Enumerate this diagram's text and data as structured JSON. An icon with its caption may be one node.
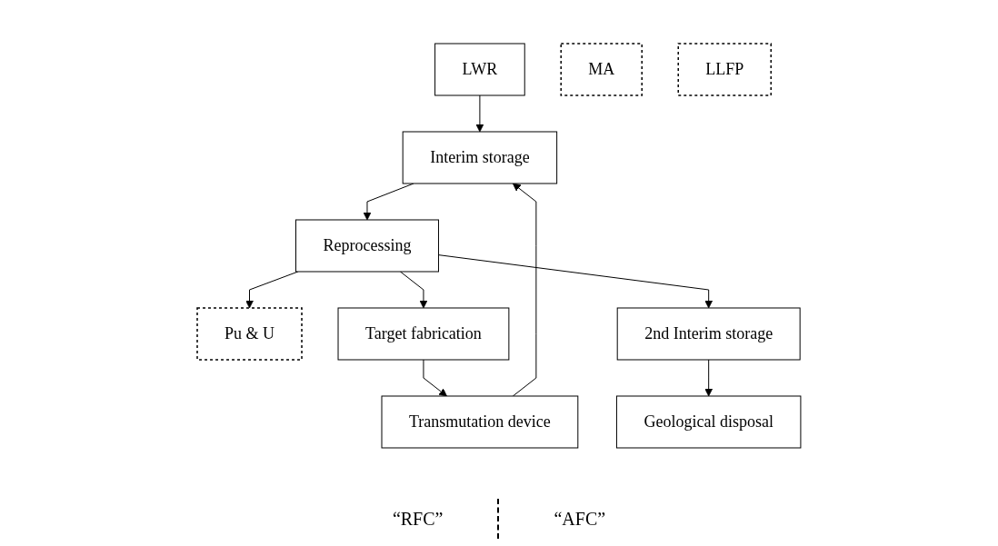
{
  "diagram": {
    "nodes": [
      {
        "text": [
          "LWR"
        ]
      },
      {
        "text": [
          "Interim storage"
        ]
      },
      {
        "text": [
          "Reprocessing"
        ]
      },
      {
        "text": [
          "Pu & U"
        ]
      },
      {
        "text": [
          "MA"
        ]
      },
      {
        "text": [
          "LLFP"
        ]
      },
      {
        "text": [
          "Target fabrication"
        ]
      },
      {
        "text": [
          "Transmutation device"
        ]
      },
      {
        "text": [
          "2nd Interim storage"
        ]
      },
      {
        "text": [
          "Geological disposal"
        ]
      }
    ],
    "edges": [
      {
        "from": 0,
        "to": 1,
        "arrow": "to"
      },
      {
        "from": 1,
        "to": 2,
        "arrow": "to"
      },
      {
        "from": 2,
        "to": 3,
        "arrow": "to"
      },
      {
        "from": 2,
        "to": 6,
        "arrow": "to"
      },
      {
        "from": 6,
        "to": 7,
        "arrow": "to"
      },
      {
        "from": 7,
        "to": 1,
        "arrow": "to"
      },
      {
        "from": 2,
        "to": 8,
        "arrow": "to"
      },
      {
        "from": 8,
        "to": 9,
        "arrow": "to"
      }
    ],
    "labels": [
      "“RFC”",
      "“AFC”"
    ]
  }
}
